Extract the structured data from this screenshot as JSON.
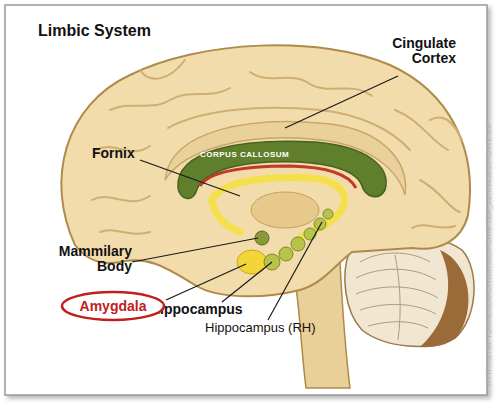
{
  "diagram": {
    "title": "Limbic System",
    "nodes": [
      {
        "text": [
          "Amygdala"
        ]
      }
    ],
    "labels": [
      "Cingulate Cortex",
      "Fornix",
      "Mammilary Body",
      "Hippocampus",
      "Hippocampus (RH)",
      "CORPUS CALLOSUM",
      "HTTP://SYMPTOMRESEARCH.NIH.GOV/CHAPTER_23/IMAGES/FIG4VE.GIF"
    ]
  }
}
